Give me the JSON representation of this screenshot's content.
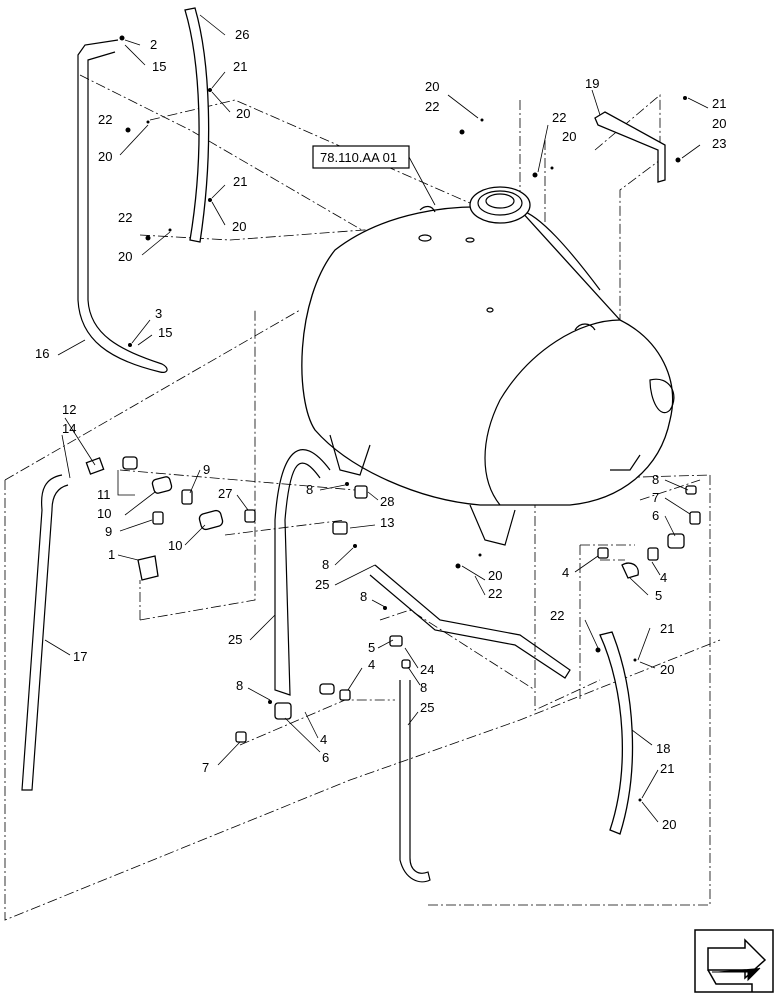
{
  "reference_label": "78.110.AA 01",
  "callouts": [
    {
      "id": "c2",
      "text": "2"
    },
    {
      "id": "c15a",
      "text": "15"
    },
    {
      "id": "c26",
      "text": "26"
    },
    {
      "id": "c21a",
      "text": "21"
    },
    {
      "id": "c20a",
      "text": "20"
    },
    {
      "id": "c22a",
      "text": "22"
    },
    {
      "id": "c20b",
      "text": "20"
    },
    {
      "id": "c21b",
      "text": "21"
    },
    {
      "id": "c20c",
      "text": "20"
    },
    {
      "id": "c22b",
      "text": "22"
    },
    {
      "id": "c20d",
      "text": "20"
    },
    {
      "id": "c3",
      "text": "3"
    },
    {
      "id": "c15b",
      "text": "15"
    },
    {
      "id": "c16",
      "text": "16"
    },
    {
      "id": "c20e",
      "text": "20"
    },
    {
      "id": "c22c",
      "text": "22"
    },
    {
      "id": "c22d",
      "text": "22"
    },
    {
      "id": "c20f",
      "text": "20"
    },
    {
      "id": "c19",
      "text": "19"
    },
    {
      "id": "c21c",
      "text": "21"
    },
    {
      "id": "c20g",
      "text": "20"
    },
    {
      "id": "c23",
      "text": "23"
    },
    {
      "id": "c12",
      "text": "12"
    },
    {
      "id": "c14",
      "text": "14"
    },
    {
      "id": "c11",
      "text": "11"
    },
    {
      "id": "c10a",
      "text": "10"
    },
    {
      "id": "c9a",
      "text": "9"
    },
    {
      "id": "c9b",
      "text": "9"
    },
    {
      "id": "c10b",
      "text": "10"
    },
    {
      "id": "c1",
      "text": "1"
    },
    {
      "id": "c27",
      "text": "27"
    },
    {
      "id": "c8a",
      "text": "8"
    },
    {
      "id": "c28",
      "text": "28"
    },
    {
      "id": "c13",
      "text": "13"
    },
    {
      "id": "c8b",
      "text": "8"
    },
    {
      "id": "c25a",
      "text": "25"
    },
    {
      "id": "c25b",
      "text": "25"
    },
    {
      "id": "c17",
      "text": "17"
    },
    {
      "id": "c8c",
      "text": "8"
    },
    {
      "id": "c5a",
      "text": "5"
    },
    {
      "id": "c4a",
      "text": "4"
    },
    {
      "id": "c24",
      "text": "24"
    },
    {
      "id": "c8d",
      "text": "8"
    },
    {
      "id": "c25c",
      "text": "25"
    },
    {
      "id": "c8e",
      "text": "8"
    },
    {
      "id": "c4b",
      "text": "4"
    },
    {
      "id": "c6a",
      "text": "6"
    },
    {
      "id": "c7a",
      "text": "7"
    },
    {
      "id": "c20h",
      "text": "20"
    },
    {
      "id": "c22e",
      "text": "22"
    },
    {
      "id": "c4c",
      "text": "4"
    },
    {
      "id": "c5b",
      "text": "5"
    },
    {
      "id": "c4d",
      "text": "4"
    },
    {
      "id": "c8f",
      "text": "8"
    },
    {
      "id": "c7b",
      "text": "7"
    },
    {
      "id": "c6b",
      "text": "6"
    },
    {
      "id": "c22f",
      "text": "22"
    },
    {
      "id": "c21d",
      "text": "21"
    },
    {
      "id": "c20i",
      "text": "20"
    },
    {
      "id": "c18",
      "text": "18"
    },
    {
      "id": "c21e",
      "text": "21"
    },
    {
      "id": "c20j",
      "text": "20"
    }
  ],
  "icons": {
    "nav": "orientation-arrow-icon"
  }
}
